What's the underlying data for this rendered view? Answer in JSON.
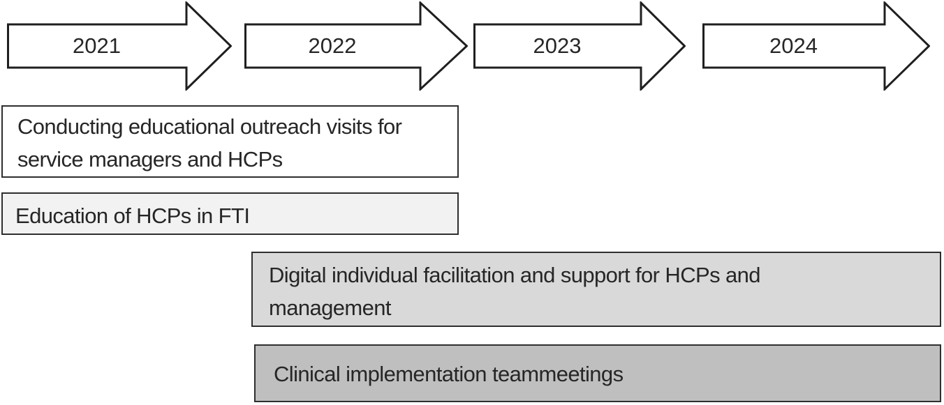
{
  "diagram": {
    "years": [
      {
        "label": "2021"
      },
      {
        "label": "2022"
      },
      {
        "label": "2023"
      },
      {
        "label": "2024"
      }
    ],
    "activities": [
      {
        "text": "Conducting educational outreach visits for\nservice managers and HCPs",
        "fill": "#ffffff"
      },
      {
        "text": "Education of HCPs in FTI",
        "fill": "#f2f2f2"
      },
      {
        "text": "Digital individual facilitation and support for HCPs and\nmanagement",
        "fill": "#d9d9d9"
      },
      {
        "text": "Clinical implementation teammeetings",
        "fill": "#bfbfbf"
      }
    ],
    "colors": {
      "background": "#ffffff",
      "box_border": "#2e2e2e",
      "arrow_fill": "#ffffff",
      "arrow_outline": "#1f1f1f",
      "text": "#262626"
    }
  }
}
